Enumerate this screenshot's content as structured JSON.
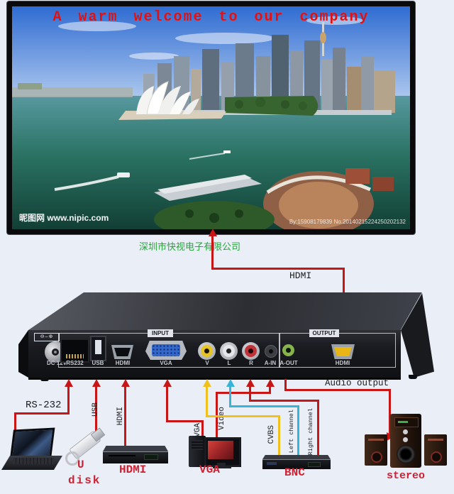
{
  "title_screen": {
    "welcome_text": "A warm welcome to our company",
    "watermark_left": "昵图网 www.nipic.com",
    "watermark_right": "By:15908179839 No.20140215224250202132"
  },
  "company": {
    "name": "深圳市快视电子有限公司"
  },
  "device": {
    "dc_label": "DC 12V",
    "polarity": "⊖–⊕",
    "input_label": "INPUT",
    "output_label": "OUTPUT",
    "ports": {
      "rs232": "RS232",
      "usb": "USB",
      "hdmi_in": "HDMI",
      "vga": "VGA",
      "v": "V",
      "l": "L",
      "r": "R",
      "a_in": "A-IN",
      "a_out": "A-OUT",
      "hdmi_out": "HDMI"
    }
  },
  "cables": {
    "hdmi_display": "HDMI",
    "rs232": "RS-232",
    "usb": "USB",
    "hdmi_source": "HDMI",
    "vga": "VGA",
    "video": "Video",
    "cvbs": "CVBS",
    "left_channel": "Left channel",
    "right_channel": "Right channel",
    "audio_output": "Audio output"
  },
  "peripherals": {
    "u_disk_line1": "U",
    "u_disk_line2": "disk",
    "hdmi_player": "HDMI",
    "vga_computer": "VGA",
    "bnc_player": "BNC",
    "stereo": "stereo"
  },
  "colors": {
    "signal_red": "#c81616",
    "signal_yellow": "#f0c11c",
    "signal_cyan": "#38b4d8",
    "company_green": "#2aa43c",
    "peripheral_label_red": "#cc2233",
    "screen_title_red": "#e41010"
  }
}
